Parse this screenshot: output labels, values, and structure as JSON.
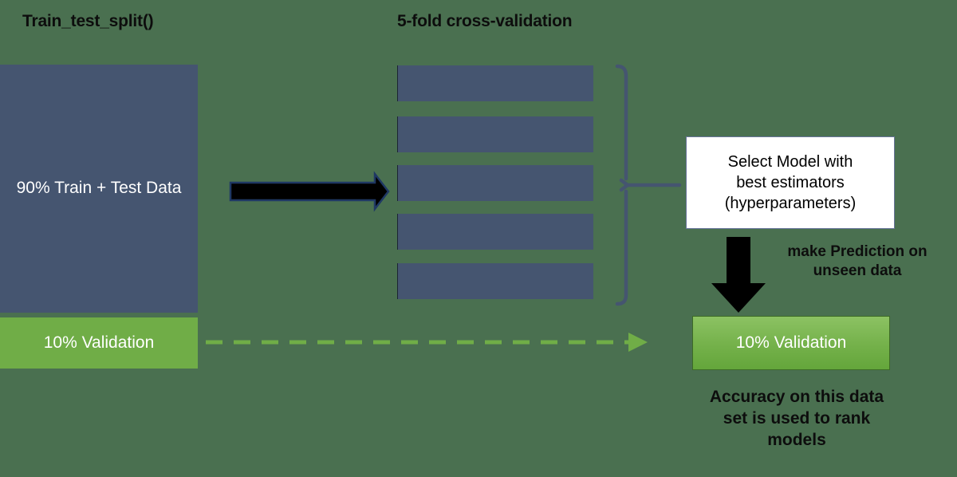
{
  "diagram": {
    "background_color": "#4a7050",
    "titles": {
      "left": "Train_test_split()",
      "middle": "5-fold cross-validation"
    },
    "left_split": {
      "train_block": {
        "label": "90% Train + Test Data",
        "color": "#455570"
      },
      "validation_block": {
        "label": "10% Validation",
        "color": "#70ad47"
      }
    },
    "cross_validation": {
      "fold_count": 5,
      "fold_color": "#455570",
      "folds": [
        {
          "name": "fold-1"
        },
        {
          "name": "fold-2"
        },
        {
          "name": "fold-3"
        },
        {
          "name": "fold-4"
        },
        {
          "name": "fold-5"
        }
      ]
    },
    "select_model_box": {
      "line1": "Select Model with",
      "line2": "best estimators",
      "line3": "(hyperparameters)",
      "border_color": "#68749a",
      "fill_color": "#ffffff"
    },
    "predict_caption": {
      "line1": "make Prediction on",
      "line2": "unseen data"
    },
    "validation_right": {
      "label": "10% Validation",
      "color": "#70ad47"
    },
    "accuracy_caption": {
      "line1": "Accuracy on this data",
      "line2": "set is used to rank",
      "line3": "models"
    },
    "connectors": {
      "split_to_folds_arrow": {
        "name": "black-right-arrow",
        "fill": "#000000",
        "stroke": "#1f3864"
      },
      "folds_brace": {
        "name": "right-brace",
        "stroke": "#455570"
      },
      "model_to_validation_arrow": {
        "name": "black-down-arrow",
        "fill": "#000000"
      },
      "validation_dashed_arrow": {
        "name": "green-dashed-arrow",
        "stroke": "#70ad47"
      }
    }
  }
}
